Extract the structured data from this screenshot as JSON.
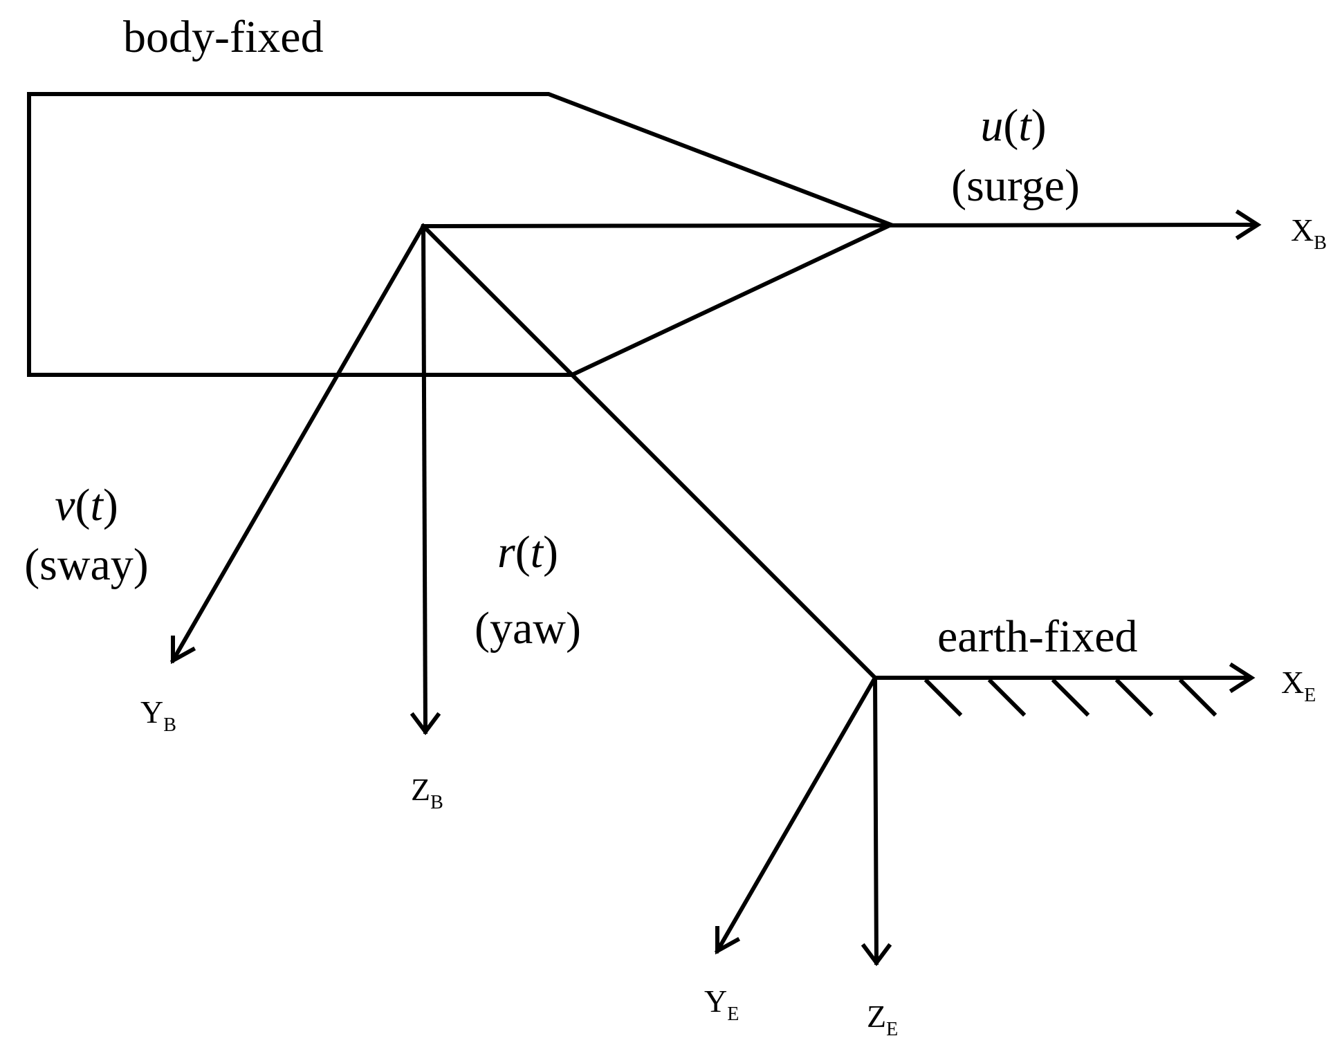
{
  "labels": {
    "body_fixed": "body-fixed",
    "earth_fixed": "earth-fixed",
    "surge_var": "u",
    "surge_name": "(surge)",
    "sway_var": "v",
    "sway_name": "(sway)",
    "yaw_var": "r",
    "yaw_name": "(yaw)",
    "time_arg": "t",
    "paren_open": "(",
    "paren_close": ")"
  },
  "axes": {
    "xb": {
      "letter": "X",
      "sub": "B"
    },
    "yb": {
      "letter": "Y",
      "sub": "B"
    },
    "zb": {
      "letter": "Z",
      "sub": "B"
    },
    "xe": {
      "letter": "X",
      "sub": "E"
    },
    "ye": {
      "letter": "Y",
      "sub": "E"
    },
    "ze": {
      "letter": "Z",
      "sub": "E"
    }
  }
}
